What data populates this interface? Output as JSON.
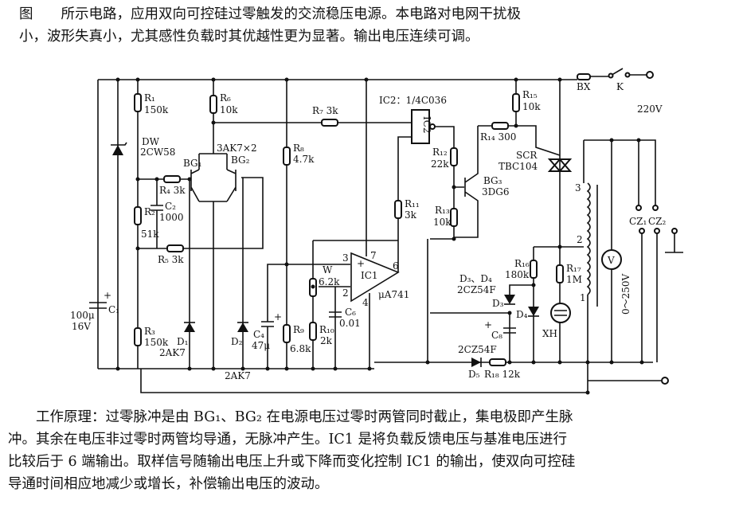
{
  "intro_lines": [
    "图　　所示电路，应用双向可控硅过零触发的交流稳压电源。本电路对电网干扰极",
    "小，波形失真小，尤其感性负载时其优越性更为显著。输出电压连续可调。"
  ],
  "explanation_lines": [
    "　　工作原理：过零脉冲是由 BG₁、BG₂ 在电源电压过零时两管同时截止，集电极即产生脉",
    "冲。其余在电压非过零时两管均导通，无脉冲产生。IC1 是将负载反馈电压与基准电压进行",
    "比较后于 6 端输出。取样信号随输出电压上升或下降而变化控制 IC1 的输出，使双向可控硅",
    "导通时间相应地减少或增长，补偿输出电压的波动。"
  ],
  "circuit": {
    "R1": "R₁",
    "R1v": "150k",
    "R2": "R₂",
    "R2v": "51k",
    "R3": "R₃",
    "R3v": "150k",
    "R4": "R₄ 3k",
    "R5": "R₅ 3k",
    "R6": "R₆",
    "R6v": "10k",
    "R7": "R₇ 3k",
    "R8": "R₈",
    "R8v": "4.7k",
    "R9": "R₉",
    "R9v": "6.8k",
    "R10": "R₁₀",
    "R10v": "2k",
    "R11": "R₁₁",
    "R11v": "3k",
    "R12": "R₁₂",
    "R12v": "22k",
    "R13": "R₁₃",
    "R13v": "10k",
    "R14": "R₁₄ 300",
    "R15": "R₁₅",
    "R15v": "10k",
    "R16": "R₁₆",
    "R16v": "180k",
    "R17": "R₁₇",
    "R17v": "1M",
    "R18": "R₁₈ 12k",
    "DW": "DW",
    "DWv": "2CW58",
    "BG1": "BG₁",
    "BG2": "BG₂",
    "BGpair": "3AK7×2",
    "BG3": "BG₃",
    "BG3v": "3DG6",
    "C1": "C₁",
    "C1v1": "100μ",
    "C1v2": "16V",
    "C2": "C₂",
    "C2v": "1000",
    "C4": "C₄",
    "C4v": "47μ",
    "C6": "C₆",
    "C6v": "0.01",
    "C8": "C₈",
    "D1": "D₁",
    "D1v": "2AK7",
    "D2": "D₂",
    "D2v": "2AK7",
    "D3": "D₃",
    "D4": "D₄",
    "D34": "D₃、D₄",
    "D34v": "2CZ54F",
    "D5": "D₅",
    "D5v": "2CZ54F",
    "W": "W",
    "Wv": "6.2k",
    "IC1": "IC1",
    "IC1v": "μA741",
    "IC2": "IC2",
    "IC2v": "IC2：1/4C036",
    "pin3": "3",
    "pin2": "2",
    "pin7": "7",
    "pin6": "6",
    "pin4": "4",
    "plus": "+",
    "SCR": "SCR",
    "SCRv": "TBC104",
    "XH": "XH",
    "BX": "BX",
    "K": "K",
    "mains": "220V",
    "tap3": "3",
    "tap2": "2",
    "tap1": "1",
    "V": "V",
    "Vrange": "0～250V",
    "CZ1": "CZ₁",
    "CZ2": "CZ₂"
  }
}
